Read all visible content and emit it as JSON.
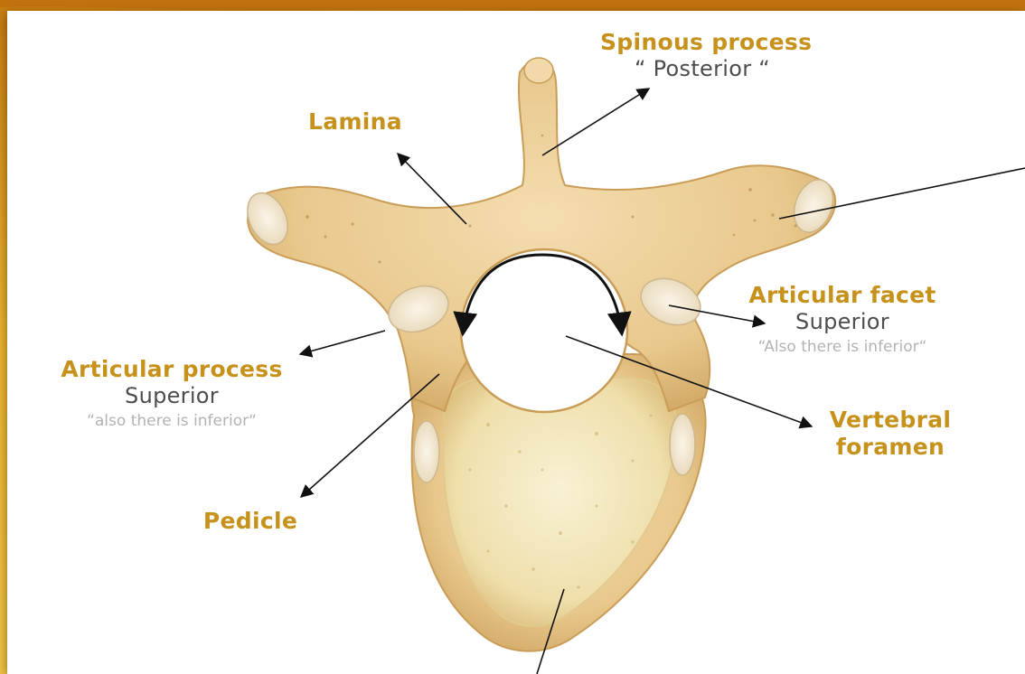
{
  "diagram": {
    "labels": {
      "spinous_process": {
        "title": "Spinous process",
        "sub": "“ Posterior “"
      },
      "lamina": {
        "title": "Lamina"
      },
      "articular_facet": {
        "title": "Articular facet",
        "sub": "Superior",
        "note": "“Also there is inferior“"
      },
      "articular_process": {
        "title": "Articular process",
        "sub": "Superior",
        "note": "“also there is inferior“"
      },
      "vertebral_foramen": {
        "line1": "Vertebral",
        "line2": "foramen"
      },
      "pedicle": {
        "title": "Pedicle"
      }
    },
    "colors": {
      "label_gold": "#c6921b",
      "label_gray": "#4d4d4d",
      "note_gray": "#b3b3b3",
      "bone": "#ecd3a0",
      "bone_shadow": "#d4ad6c",
      "cartilage": "#f3ead8",
      "body_center": "#f6ecc6",
      "background_orange": "#e9a524"
    }
  }
}
